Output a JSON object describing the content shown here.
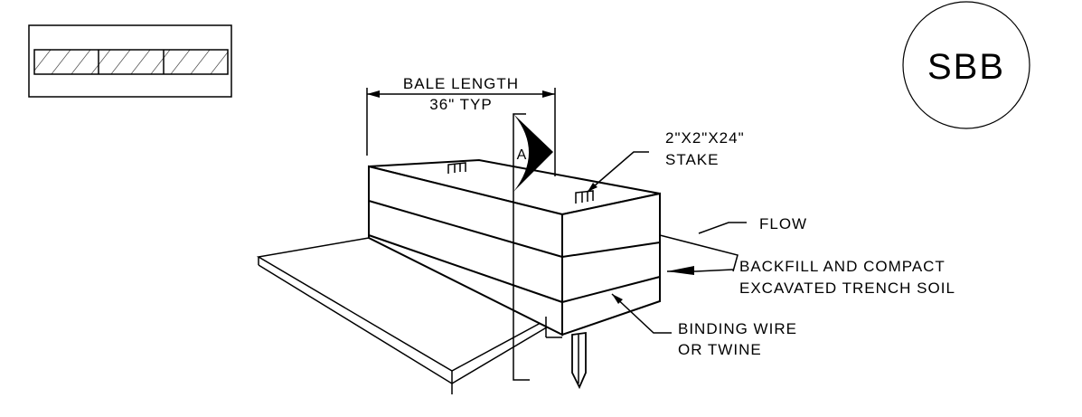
{
  "symbol": {
    "text": "SBB"
  },
  "dimension": {
    "line1": "BALE LENGTH",
    "line2": "36\" TYP"
  },
  "section_marker": {
    "text": "A"
  },
  "stake_label": {
    "line1": "2\"X2\"X24\"",
    "line2": "STAKE"
  },
  "flow_label": {
    "text": "FLOW"
  },
  "backfill_label": {
    "line1": "BACKFILL AND COMPACT",
    "line2": "EXCAVATED TRENCH SOIL"
  },
  "binding_label": {
    "line1": "BINDING WIRE",
    "line2": "OR TWINE"
  },
  "legend": {
    "cells": 3,
    "pattern": "diagonal-hatch"
  }
}
